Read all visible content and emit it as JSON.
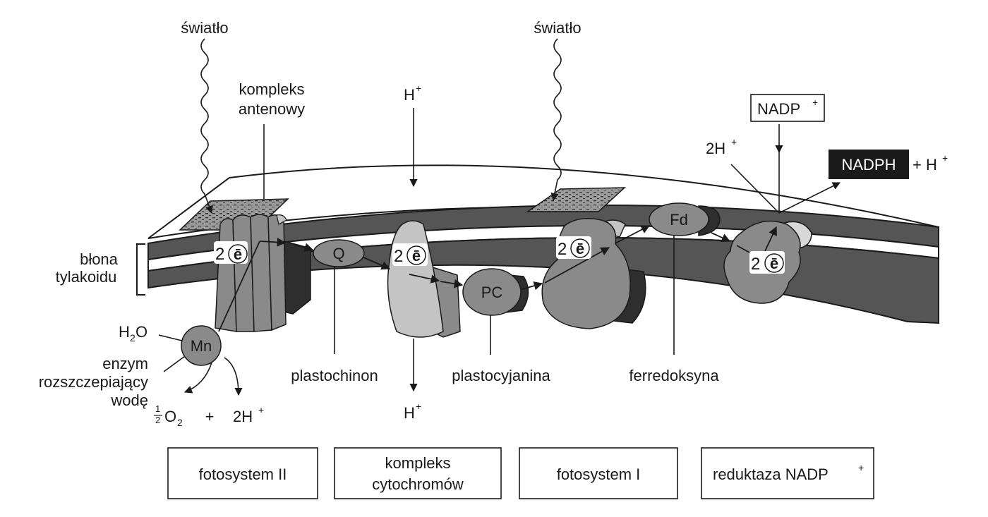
{
  "labels": {
    "light_left": "światło",
    "light_right": "światło",
    "antenna_line1": "kompleks",
    "antenna_line2": "antenowy",
    "h_plus_top": "H",
    "h_plus_bottom": "H",
    "plus_sup": "+",
    "membrane_line1": "błona",
    "membrane_line2": "tylakoidu",
    "water_h": "H",
    "water_2": "2",
    "water_o": "O",
    "mn": "Mn",
    "enzyme_line1": "enzym",
    "enzyme_line2": "rozszczepiający",
    "enzyme_line3": "wodę",
    "half_num": "1",
    "half_den": "2",
    "oxygen_o": "O",
    "oxygen_2": "2",
    "plus_sign": "+",
    "two_h_plus_left": "2H",
    "q": "Q",
    "pc": "PC",
    "fd": "Fd",
    "electrons": "2ē",
    "electrons_num": "2",
    "electron_symbol": "ē",
    "plastochinon": "plastochinon",
    "plastocyjanina": "plastocyjanina",
    "ferredoksyna": "ferredoksyna",
    "nadp_plus": "NADP",
    "two_h_plus_right": "2H",
    "nadph": "NADPH",
    "nadph_tail": "+ H"
  },
  "boxes": {
    "fotosystem_ii": "fotosystem II",
    "cytochrome_line1": "kompleks",
    "cytochrome_line2": "cytochromów",
    "fotosystem_i": "fotosystem I",
    "reductase": "reduktaza NADP"
  },
  "colors": {
    "membrane_band": "#555555",
    "protein_dark": "#8a8a8a",
    "protein_light": "#c4c4c4",
    "shadow": "#2e2e2e",
    "ink": "#1a1a1a",
    "nadph_fill": "#1a1a1a"
  }
}
